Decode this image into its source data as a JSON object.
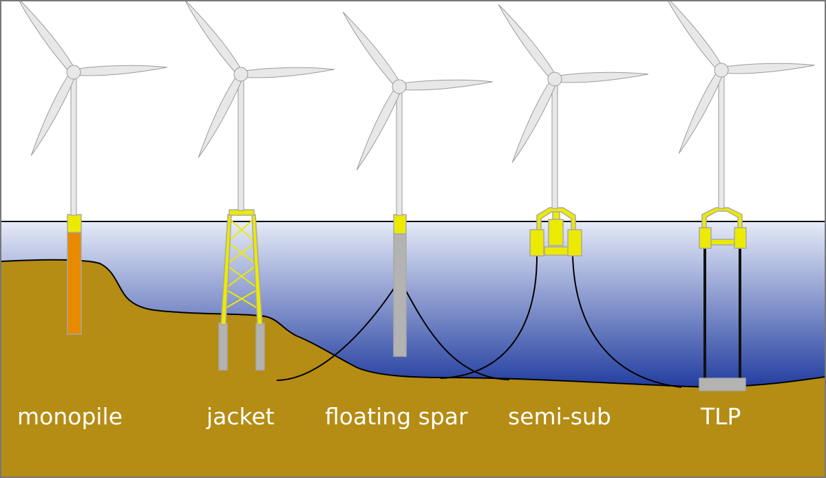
{
  "labels": {
    "monopile": "monopile",
    "jacket": "jacket",
    "floating_spar": "floating spar",
    "semi_sub": "semi-sub",
    "tlp": "TLP"
  },
  "colors": {
    "seabed": "#b58c14",
    "water_top": "#e6ebf8",
    "water_bottom": "#1b379c",
    "yellow": "#ecea00",
    "orange": "#e88a00",
    "pile_grey": "#b3b3b3",
    "turbine": "#e8e8e8",
    "turbine_stroke": "#9a9a9a"
  }
}
